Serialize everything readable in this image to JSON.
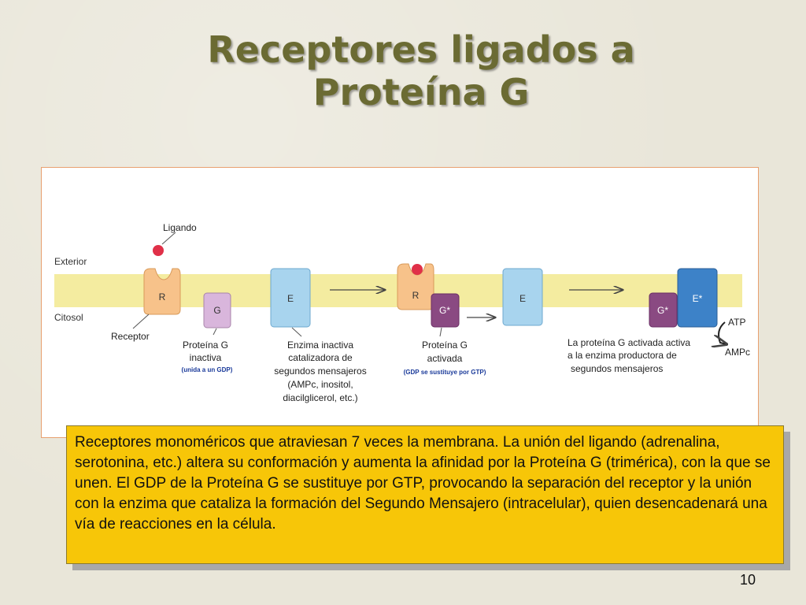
{
  "title": {
    "line1": "Receptores ligados a",
    "line2": "Proteína G"
  },
  "diagram": {
    "labels": {
      "ligando": "Ligando",
      "exterior": "Exterior",
      "citosol": "Citosol",
      "receptor": "Receptor",
      "r": "R",
      "g": "G",
      "g_star": "G*",
      "e": "E",
      "e_star": "E*",
      "atp": "ATP",
      "ampc": "AMPc"
    },
    "captions": {
      "g_inactiva": [
        "Proteína G",
        "inactiva"
      ],
      "g_inactiva_note": "(unida a un GDP)",
      "enzima": [
        "Enzima inactiva",
        "catalizadora de",
        "segundos mensajeros",
        "(AMPc, inositol,",
        "diacilglicerol, etc.)"
      ],
      "g_activada": [
        "Proteína G",
        "activada"
      ],
      "g_activada_note": "(GDP se sustituye por GTP)",
      "activa_enzima": [
        "La proteína G activada activa",
        "a la enzima productora de",
        "segundos mensajeros"
      ]
    },
    "colors": {
      "membrane": "#f4eca0",
      "receptor": "#f7c28a",
      "g_inactive": "#d9b6dc",
      "g_active": "#8a4a82",
      "enzyme": "#a8d4ee",
      "enzyme_active": "#3d82c8",
      "ligand": "#e03048",
      "note_text": "#1a3a9a"
    }
  },
  "note": {
    "text": "Receptores monoméricos que atraviesan 7 veces la membrana. La unión del ligando (adrenalina, serotonina, etc.) altera su conformación y aumenta la afinidad por la Proteína G (trimérica), con la que se unen. El GDP de la Proteína G se sustituye por GTP, provocando la separación del receptor y la unión con la enzima que cataliza la formación del Segundo Mensajero (intracelular), quien desencadenará una vía de reacciones en la célula."
  },
  "page_number": "10"
}
